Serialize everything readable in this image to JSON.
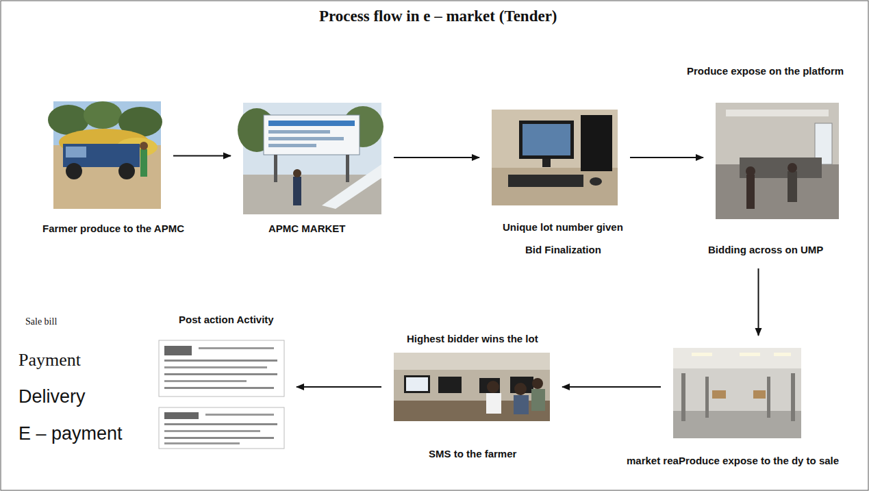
{
  "diagram": {
    "title": "Process flow in e – market (Tender)",
    "nodes": [
      {
        "text": [
          "Farmer produce to the APMC"
        ]
      },
      {
        "text": [
          "APMC MARKET"
        ]
      },
      {
        "text": [
          "Unique lot number given",
          "Bid Finalization"
        ]
      },
      {
        "text": [
          "Produce expose on the platform",
          "Bidding across on UMP"
        ]
      },
      {
        "text": [
          "market reaProduce expose to the dy to sale"
        ]
      },
      {
        "text": [
          "Highest bidder wins the lot",
          "SMS to the farmer"
        ]
      },
      {
        "text": [
          "Post action Activity"
        ]
      }
    ],
    "edges": [
      {
        "from": 0,
        "to": 1,
        "arrow": "to"
      },
      {
        "from": 1,
        "to": 2,
        "arrow": "to"
      },
      {
        "from": 2,
        "to": 3,
        "arrow": "to"
      },
      {
        "from": 3,
        "to": 4,
        "arrow": "to"
      },
      {
        "from": 4,
        "to": 5,
        "arrow": "to"
      },
      {
        "from": 5,
        "to": 6,
        "arrow": "to"
      }
    ],
    "labels": [
      "Sale bill",
      "Payment",
      "Delivery",
      "E – payment"
    ]
  }
}
